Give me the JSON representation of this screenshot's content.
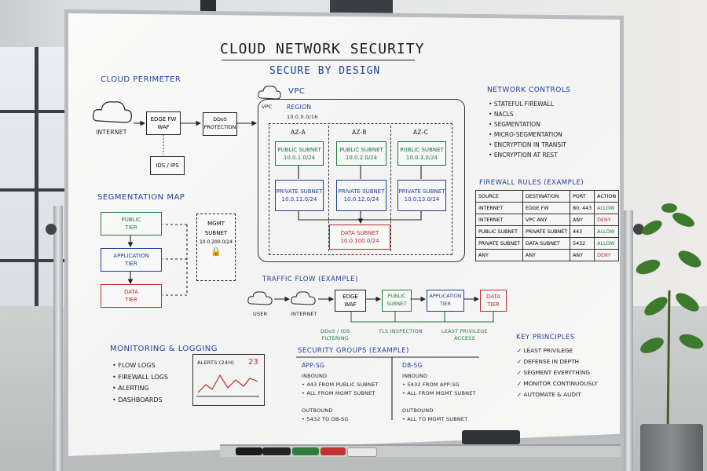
{
  "title": "CLOUD NETWORK SECURITY",
  "subtitle": "SECURE BY DESIGN",
  "perimeter": {
    "heading": "CLOUD PERIMETER",
    "internet": "INTERNET",
    "edge_waf": [
      "EDGE FW",
      "WAF"
    ],
    "ddos": [
      "DDoS",
      "PROTECTION"
    ],
    "ids": "IDS / IPS"
  },
  "vpc": {
    "label": "VPC",
    "cloud_label": "VPC",
    "region": "REGION",
    "cidr": "10.0.0.0/16",
    "azs": [
      {
        "name": "AZ-A",
        "public": [
          "PUBLIC SUBNET",
          "10.0.1.0/24"
        ],
        "private": [
          "PRIVATE SUBNET",
          "10.0.11.0/24"
        ]
      },
      {
        "name": "AZ-B",
        "public": [
          "PUBLIC SUBNET",
          "10.0.2.0/24"
        ],
        "private": [
          "PRIVATE SUBNET",
          "10.0.12.0/24"
        ]
      },
      {
        "name": "AZ-C",
        "public": [
          "PUBLIC SUBNET",
          "10.0.3.0/24"
        ],
        "private": [
          "PRIVATE SUBNET",
          "10.0.13.0/24"
        ]
      }
    ],
    "data_subnet": [
      "DATA SUBNET",
      "10.0.100.0/24"
    ]
  },
  "network_controls": {
    "heading": "NETWORK CONTROLS",
    "items": [
      "STATEFUL FIREWALL",
      "NACLS",
      "SEGMENTATION",
      "MICRO-SEGMENTATION",
      "ENCRYPTION IN TRANSIT",
      "ENCRYPTION AT REST"
    ]
  },
  "firewall": {
    "heading": "FIREWALL RULES (EXAMPLE)",
    "columns": [
      "SOURCE",
      "DESTINATION",
      "PORT",
      "ACTION"
    ],
    "rows": [
      [
        "INTERNET",
        "EDGE FW",
        "80, 443",
        "ALLOW"
      ],
      [
        "INTERNET",
        "VPC ANY",
        "ANY",
        "DENY"
      ],
      [
        "PUBLIC SUBNET",
        "PRIVATE SUBNET",
        "443",
        "ALLOW"
      ],
      [
        "PRIVATE SUBNET",
        "DATA SUBNET",
        "5432",
        "ALLOW"
      ],
      [
        "ANY",
        "ANY",
        "ANY",
        "DENY"
      ]
    ],
    "colors": {
      "allow": "#1e7a3a",
      "deny": "#c0282a"
    }
  },
  "segmentation": {
    "heading": "SEGMENTATION MAP",
    "public": [
      "PUBLIC",
      "TIER"
    ],
    "application": [
      "APPLICATION",
      "TIER"
    ],
    "data": [
      "DATA",
      "TIER"
    ],
    "mgmt": [
      "MGMT",
      "SUBNET",
      "10.0.200.0/24"
    ]
  },
  "traffic": {
    "heading": "TRAFFIC FLOW (EXAMPLE)",
    "user": "USER",
    "internet": "INTERNET",
    "edge": [
      "EDGE",
      "WAF"
    ],
    "public": [
      "PUBLIC",
      "SUBNET"
    ],
    "app": [
      "APPLICATION",
      "TIER"
    ],
    "data": [
      "DATA",
      "TIER"
    ],
    "notes": [
      [
        "DDoS / IDS",
        "FILTERING"
      ],
      [
        "TLS INSPECTION"
      ],
      [
        "LEAST PRIVILEGE",
        "ACCESS"
      ]
    ]
  },
  "monitoring": {
    "heading": "MONITORING & LOGGING",
    "items": [
      "FLOW LOGS",
      "FIREWALL LOGS",
      "ALERTING",
      "DASHBOARDS"
    ],
    "alerts_label": "ALERTS (24H)",
    "alerts_count": "23"
  },
  "security_groups": {
    "heading": "SECURITY GROUPS (EXAMPLE)",
    "app": {
      "name": "APP-SG",
      "inbound": "INBOUND",
      "in_items": [
        "443 FROM PUBLIC SUBNET",
        "ALL FROM MGMT SUBNET"
      ],
      "outbound": "OUTBOUND",
      "out_items": [
        "5432 TO DB-SG"
      ]
    },
    "db": {
      "name": "DB-SG",
      "inbound": "INBOUND",
      "in_items": [
        "5432 FROM APP-SG",
        "ALL FROM MGMT SUBNET"
      ],
      "outbound": "OUTBOUND",
      "out_items": [
        "ALL TO MGMT SUBNET"
      ]
    }
  },
  "principles": {
    "heading": "KEY PRINCIPLES",
    "items": [
      "LEAST PRIVILEGE",
      "DEFENSE IN DEPTH",
      "SEGMENT EVERYTHING",
      "MONITOR CONTINUOUSLY",
      "AUTOMATE & AUDIT"
    ]
  }
}
